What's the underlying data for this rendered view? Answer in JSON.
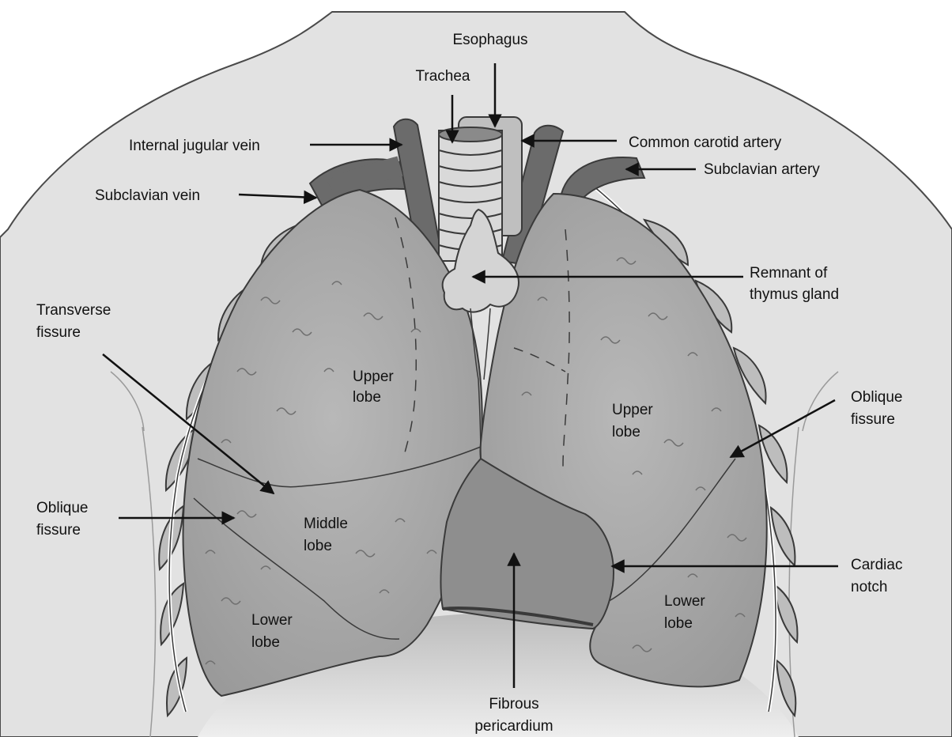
{
  "labels": {
    "esophagus": "Esophagus",
    "trachea": "Trachea",
    "internal_jugular_vein": "Internal jugular vein",
    "common_carotid_artery": "Common carotid artery",
    "subclavian_artery": "Subclavian artery",
    "subclavian_vein": "Subclavian vein",
    "thymus_line1": "Remnant of",
    "thymus_line2": "thymus gland",
    "transverse_line1": "Transverse",
    "transverse_line2": "fissure",
    "oblique_left_line1": "Oblique",
    "oblique_left_line2": "fissure",
    "oblique_right_line1": "Oblique",
    "oblique_right_line2": "fissure",
    "cardiac_line1": "Cardiac",
    "cardiac_line2": "notch",
    "fibrous_line1": "Fibrous",
    "fibrous_line2": "pericardium",
    "upper_lobe_left_1": "Upper",
    "upper_lobe_left_2": "lobe",
    "upper_lobe_right_1": "Upper",
    "upper_lobe_right_2": "lobe",
    "middle_lobe_1": "Middle",
    "middle_lobe_2": "lobe",
    "lower_lobe_left_1": "Lower",
    "lower_lobe_left_2": "lobe",
    "lower_lobe_right_1": "Lower",
    "lower_lobe_right_2": "lobe"
  },
  "colors": {
    "body": "#e2e2e2",
    "lung": "#a9a9a9",
    "lung_texture": "#6f6f6f",
    "vessel": "#6b6b6b",
    "trachea": "#d9d9d9",
    "pericardium": "#8e8e8e",
    "thymus": "#d4d4d4",
    "rib": "#bdbdbd",
    "outline": "#3a3a3a"
  }
}
